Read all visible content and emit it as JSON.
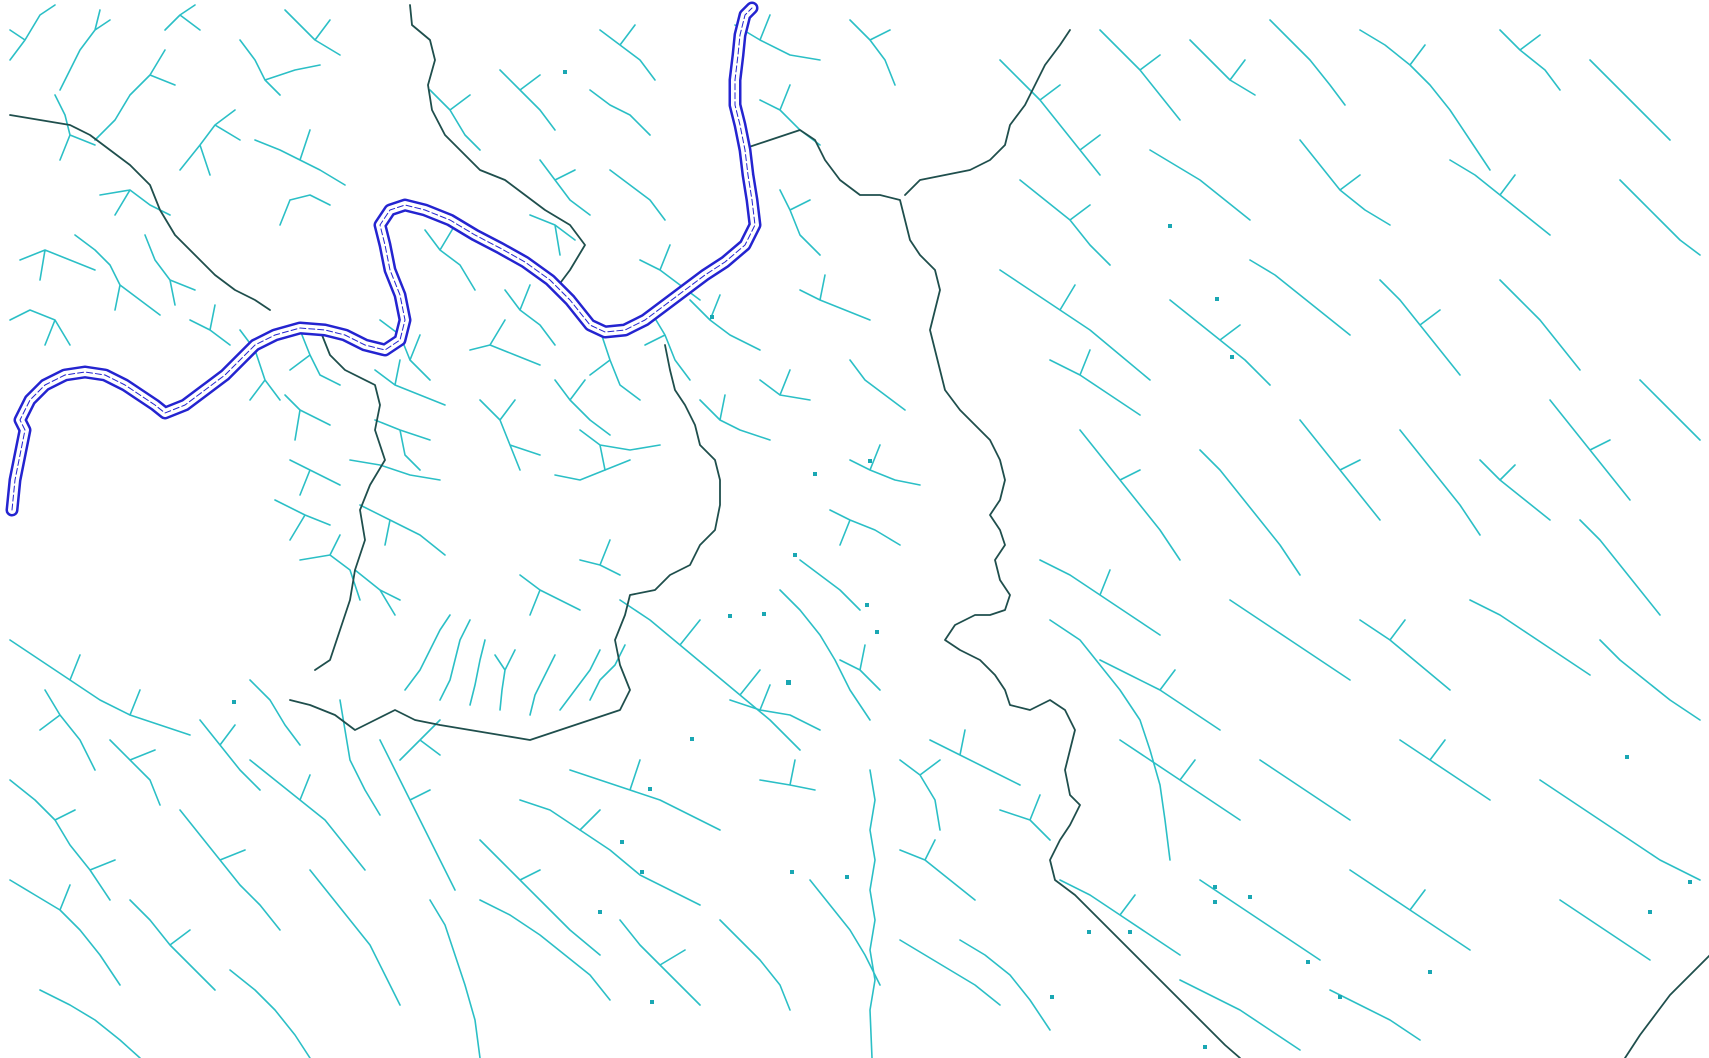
{
  "map": {
    "type": "hydrography-network",
    "labels": [],
    "colors": {
      "background": "#ffffff",
      "tributary_stream": "#2bbfc6",
      "main_channel": "#1f4f4d",
      "river_double_line": "#2424d0",
      "pond": "#1aa7b3"
    },
    "layers": {
      "river": {
        "style": "double-line",
        "name": ""
      },
      "main_channels": {
        "style": "single-line-dark",
        "name": ""
      },
      "tributaries": {
        "style": "single-line-light",
        "name": ""
      },
      "ponds": {
        "style": "small-squares",
        "name": ""
      }
    }
  }
}
